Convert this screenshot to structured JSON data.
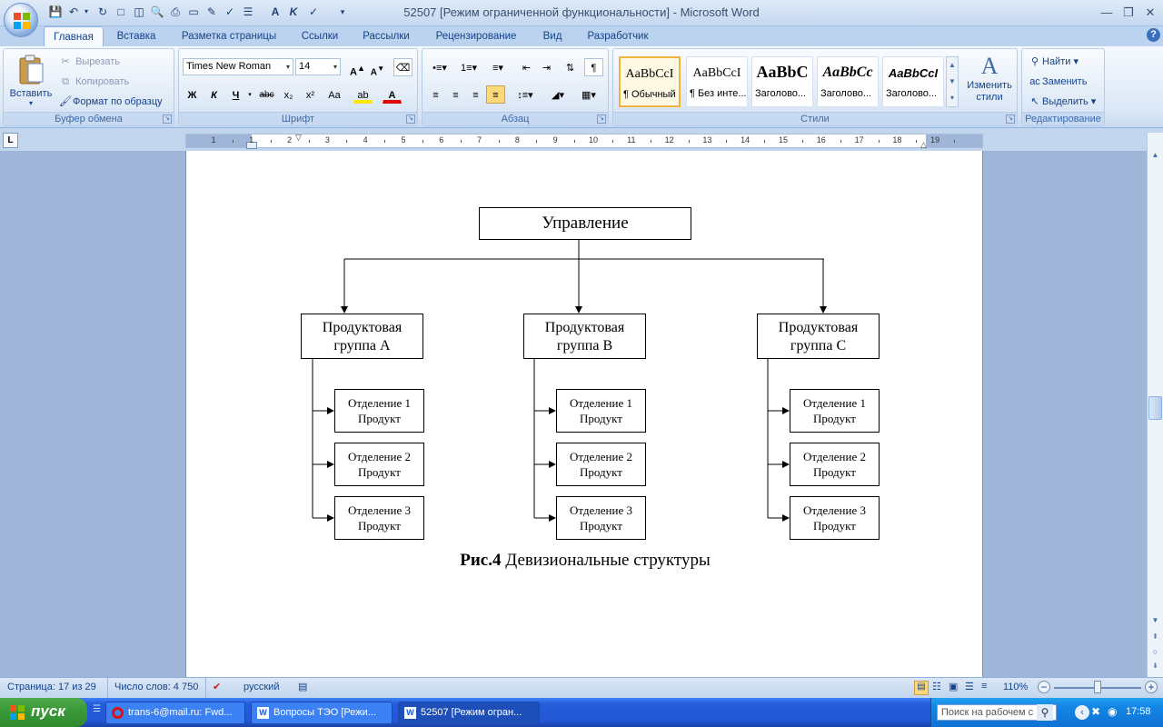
{
  "window": {
    "title": "52507 [Режим ограниченной функциональности] - Microsoft Word"
  },
  "quick_access": {
    "icons": [
      "save-icon",
      "undo-icon",
      "redo-icon",
      "new-document-icon",
      "open-icon",
      "print-preview-icon",
      "print-icon",
      "new-icon",
      "draw-table-icon",
      "spelling-icon",
      "bullets-icon",
      "font-color-icon",
      "italic-icon",
      "spelling-check-icon"
    ]
  },
  "tabs": [
    "Главная",
    "Вставка",
    "Разметка страницы",
    "Ссылки",
    "Рассылки",
    "Рецензирование",
    "Вид",
    "Разработчик"
  ],
  "ribbon": {
    "clipboard": {
      "label": "Буфер обмена",
      "paste": "Вставить",
      "cut": "Вырезать",
      "copy": "Копировать",
      "format_painter": "Формат по образцу"
    },
    "font": {
      "label": "Шрифт",
      "font_name": "Times New Roman",
      "font_size": "14",
      "bold": "Ж",
      "italic": "К",
      "underline": "Ч",
      "strike": "abc",
      "subscript": "x₂",
      "superscript": "x²",
      "change_case": "Aa",
      "grow": "A",
      "shrink": "A",
      "color": "A"
    },
    "paragraph": {
      "label": "Абзац"
    },
    "styles": {
      "label": "Стили",
      "items": [
        {
          "preview": "AaBbCcI",
          "name": "¶ Обычный"
        },
        {
          "preview": "AaBbCcI",
          "name": "¶ Без инте..."
        },
        {
          "preview": "AaBbC",
          "name": "Заголово..."
        },
        {
          "preview": "AaBbCc",
          "name": "Заголово..."
        },
        {
          "preview": "AaBbCcI",
          "name": "Заголово..."
        }
      ],
      "change_styles": "Изменить стили"
    },
    "editing": {
      "label": "Редактирование",
      "find": "Найти",
      "replace": "Заменить",
      "select": "Выделить"
    }
  },
  "ruler": {
    "numbers": [
      "1",
      "1",
      "2",
      "3",
      "4",
      "5",
      "6",
      "7",
      "8",
      "9",
      "10",
      "11",
      "12",
      "13",
      "14",
      "15",
      "16",
      "17",
      "18",
      "19"
    ]
  },
  "diagram": {
    "root": "Управление",
    "groups": [
      {
        "title": "Продуктовая группа А",
        "items": [
          "Отделение 1 Продукт",
          "Отделение 2 Продукт",
          "Отделение 3 Продукт"
        ]
      },
      {
        "title": "Продуктовая группа В",
        "items": [
          "Отделение 1 Продукт",
          "Отделение 2 Продукт",
          "Отделение 3 Продукт"
        ]
      },
      {
        "title": "Продуктовая группа С",
        "items": [
          "Отделение 1 Продукт",
          "Отделение 2 Продукт",
          "Отделение 3 Продукт"
        ]
      }
    ],
    "caption_bold": "Рис.4",
    "caption_text": " Девизиональные структуры"
  },
  "status": {
    "page": "Страница: 17 из 29",
    "words": "Число слов: 4 750",
    "language": "русский",
    "zoom": "110%"
  },
  "taskbar": {
    "start": "пуск",
    "tasks": [
      "trans-6@mail.ru: Fwd...",
      "Вопросы ТЭО [Режи...",
      "52507 [Режим огран..."
    ],
    "search_placeholder": "Поиск на рабочем с",
    "clock": "17:58"
  },
  "colors": {
    "ribbon_text": "#15428b",
    "taskbar": "#245edb",
    "start": "#3c9a39",
    "selected_style": "#f0b340"
  }
}
